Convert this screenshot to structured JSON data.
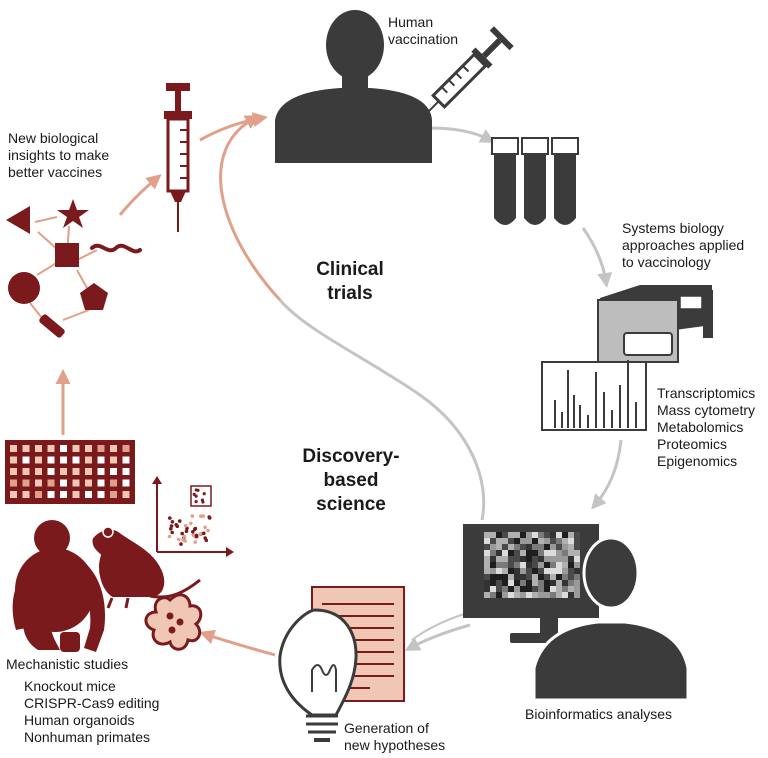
{
  "center": {
    "clinical": "Clinical\ntrials",
    "discovery": "Discovery-\nbased\nscience"
  },
  "labels": {
    "human_vaccination": "Human\nvaccination",
    "systems_biology": "Systems biology\napproaches applied\nto vaccinology",
    "omics": "Transcriptomics\nMass cytometry\nMetabolomics\nProteomics\nEpigenomics",
    "bioinformatics": "Bioinformatics analyses",
    "hypotheses": "Generation of\nnew hypotheses",
    "mechanistic_title": "Mechanistic studies",
    "mechanistic_list": "Knockout mice\nCRISPR-Cas9 editing\nHuman organoids\nNonhuman primates",
    "insights": "New biological\ninsights to make\nbetter vaccines"
  },
  "colors": {
    "maroon": "#7a1a1c",
    "salmon": "#e0a089",
    "pink": "#f0c6b5",
    "gray_arrow": "#c4c4c4",
    "dark": "#3b3b3b"
  }
}
